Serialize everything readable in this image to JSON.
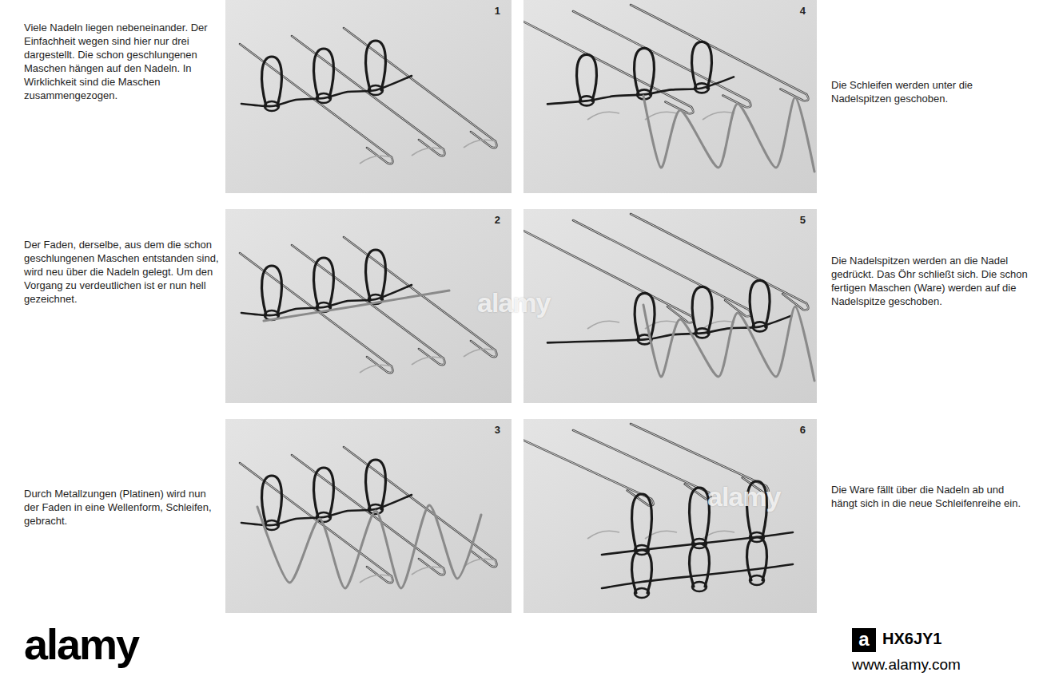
{
  "diagram": {
    "nodes": [
      {
        "text": [
          "1"
        ]
      },
      {
        "text": [
          "4"
        ]
      },
      {
        "text": [
          "2"
        ]
      },
      {
        "text": [
          "5"
        ]
      },
      {
        "text": [
          "3"
        ]
      },
      {
        "text": [
          "6"
        ]
      }
    ],
    "labels": [
      "Viele Nadeln liegen nebeneinander. Der Einfachheit wegen sind hier nur drei dargestellt. Die schon geschlungenen Maschen hängen auf den Nadeln. In Wirklichkeit sind die Maschen zusammengezogen.",
      "Die Schleifen werden unter die Nadelspitzen geschoben.",
      "Der Faden, derselbe, aus dem die schon geschlungenen Maschen entstanden sind, wird neu über die Nadeln gelegt. Um den Vorgang zu verdeutlichen ist er nun hell gezeichnet.",
      "Die Nadelspitzen werden an die Nadel gedrückt. Das Öhr schließt sich. Die schon fertigen Maschen (Ware) werden auf die Nadelspitze geschoben.",
      "Durch Metallzungen (Platinen) wird nun der Faden in eine Wellenform, Schleifen, gebracht.",
      "Die Ware fällt über die Nadeln ab und hängt sich in die neue Schleifenreihe ein.",
      "alamy",
      "alamy",
      "alamy",
      "a",
      "HX6JY1",
      "www.alamy.com"
    ]
  }
}
